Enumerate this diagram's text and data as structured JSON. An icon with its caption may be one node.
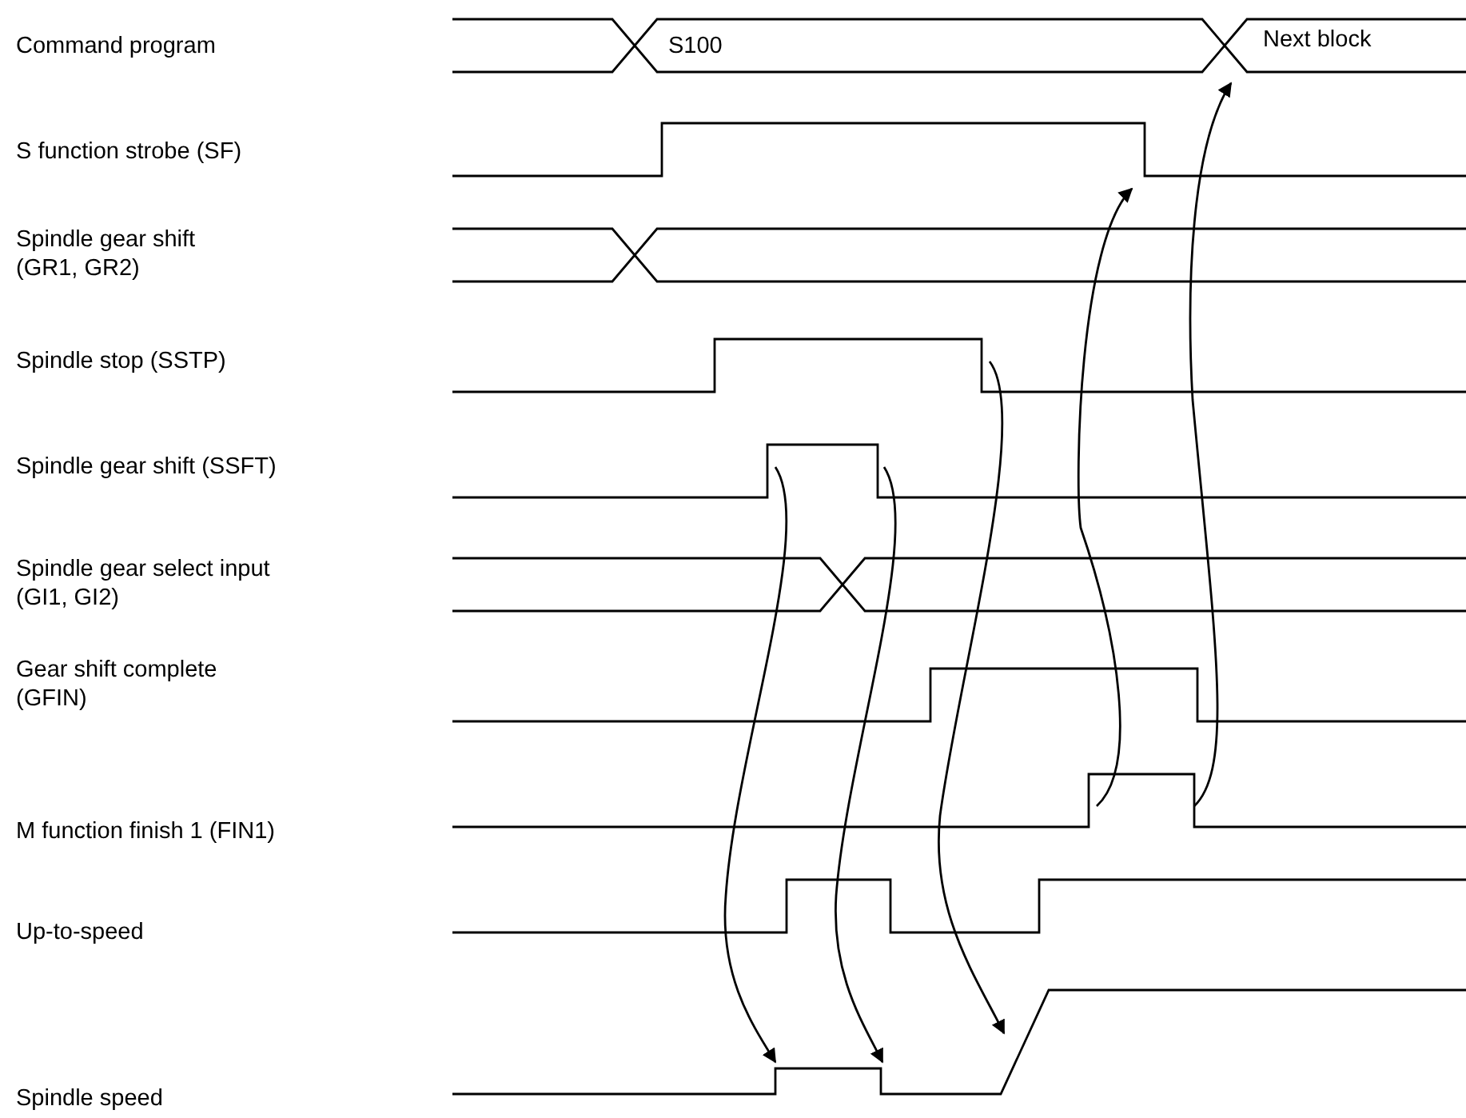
{
  "diagram": {
    "labels": [
      "Command program",
      "S100",
      "Next block",
      "S function strobe (SF)",
      "Spindle gear shift (GR1, GR2)",
      "Spindle stop (SSTP)",
      "Spindle gear shift (SSFT)",
      "Spindle gear select input (GI1, GI2)",
      "Gear shift complete (GFIN)",
      "M function finish 1 (FIN1)",
      "Up-to-speed",
      "Spindle speed"
    ]
  }
}
